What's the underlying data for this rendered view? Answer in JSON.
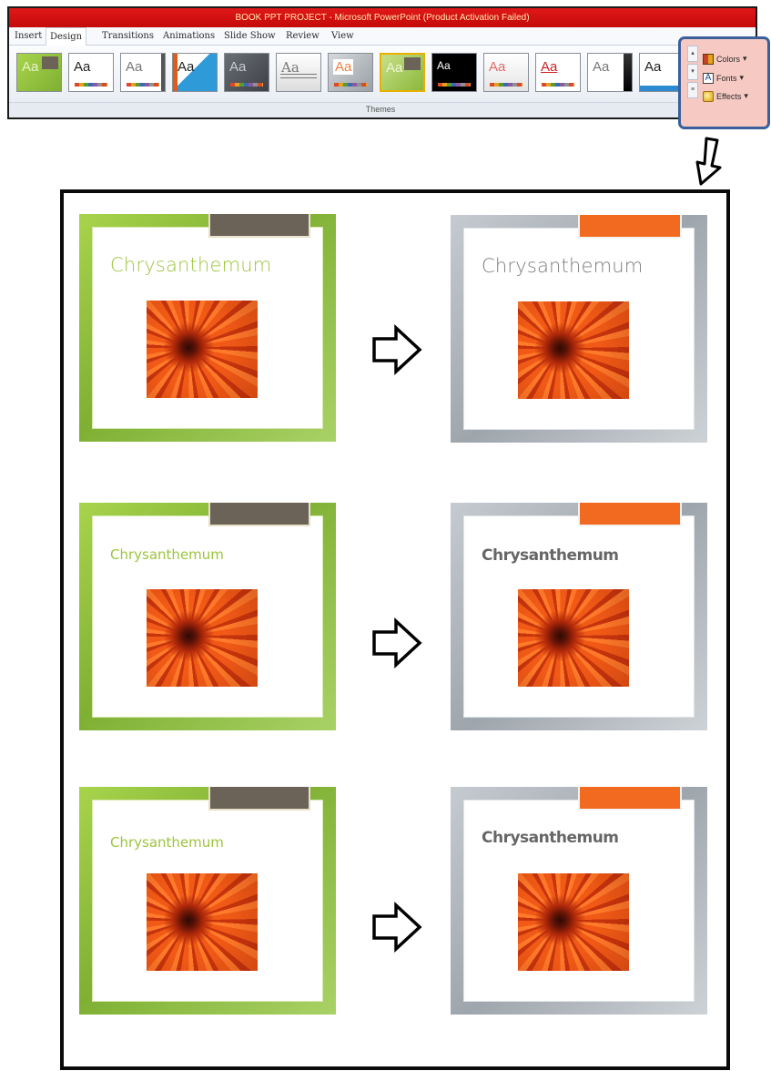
{
  "ribbon": {
    "title": "BOOK PPT PROJECT  -  Microsoft PowerPoint (Product Activation Failed)",
    "tabs": [
      {
        "label": "Insert"
      },
      {
        "label": "Design"
      },
      {
        "label": "Transitions"
      },
      {
        "label": "Animations"
      },
      {
        "label": "Slide Show"
      },
      {
        "label": "Review"
      },
      {
        "label": "View"
      }
    ],
    "active_tab": "Design",
    "theme_sample_text": "Aa",
    "themes_group_label": "Themes",
    "commands": {
      "colors": "Colors",
      "fonts": "Fonts",
      "effects": "Effects",
      "fonts_icon_letter": "A"
    },
    "highlight_color": "#3b5f9a"
  },
  "comparisons": [
    {
      "before": {
        "theme": "green",
        "title": "Chrysanthemum",
        "accent": "#6b6358"
      },
      "after": {
        "theme": "gray",
        "title": "Chrysanthemum",
        "accent": "#f26a1f"
      }
    },
    {
      "before": {
        "theme": "green",
        "title": "Chrysanthemum",
        "accent": "#6b6358"
      },
      "after": {
        "theme": "gray",
        "title": "Chrysanthemum",
        "accent": "#f26a1f"
      }
    },
    {
      "before": {
        "theme": "green",
        "title": "Chrysanthemum",
        "accent": "#6b6358"
      },
      "after": {
        "theme": "gray",
        "title": "Chrysanthemum",
        "accent": "#f26a1f"
      }
    }
  ],
  "icons": {
    "down_arrow": "down-arrow-icon",
    "right_arrow": "right-arrow-icon"
  }
}
